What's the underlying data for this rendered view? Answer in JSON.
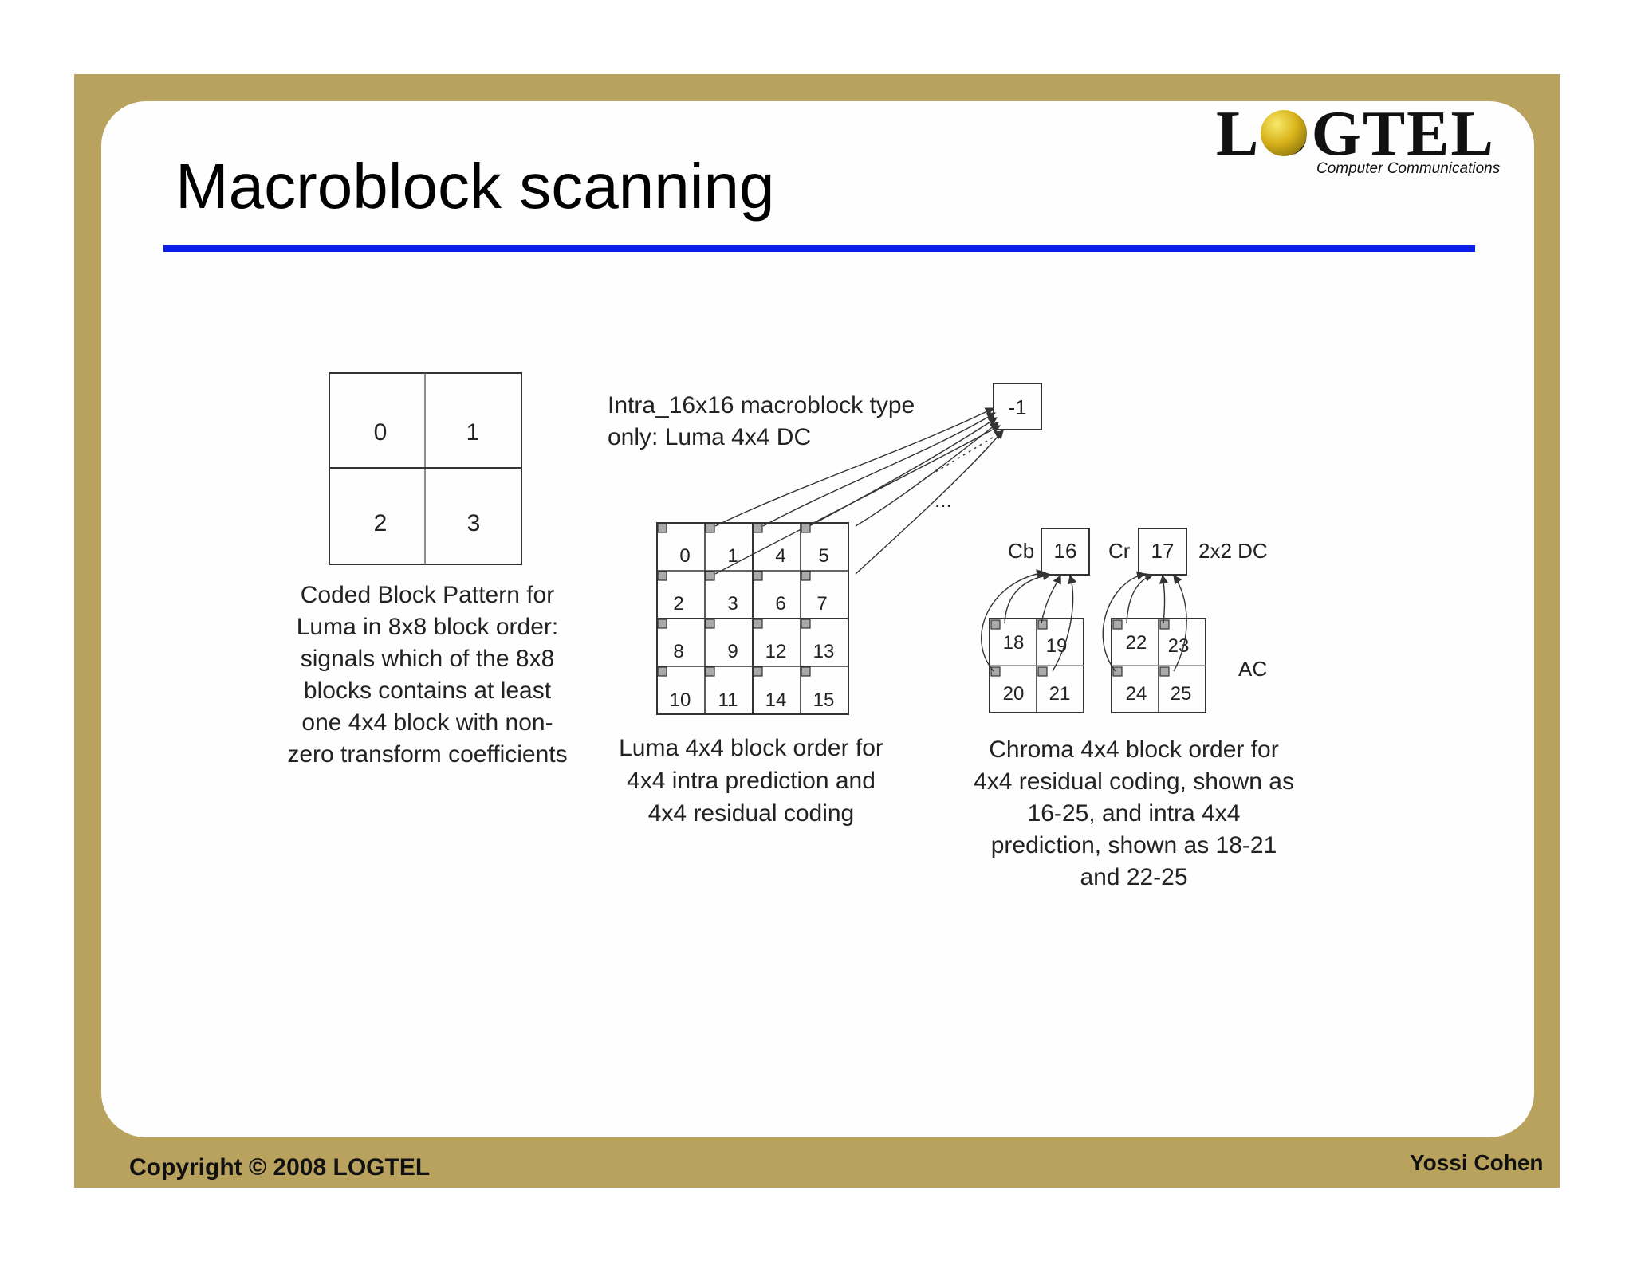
{
  "slide": {
    "title": "Macroblock scanning",
    "footer_left": "Copyright © 2008 LOGTEL",
    "footer_right": "Yossi Cohen"
  },
  "logo": {
    "word": "LOGTEL",
    "tagline": "Computer Communications"
  },
  "cbp": {
    "blocks": [
      "0",
      "1",
      "2",
      "3"
    ],
    "caption": [
      "Coded Block Pattern for",
      "Luma in 8x8 block order:",
      "signals which of the 8x8",
      "blocks contains at least",
      "one 4x4 block with non-",
      "zero transform coefficients"
    ]
  },
  "luma": {
    "dc_note": [
      "Intra_16x16 macroblock type",
      "only: Luma 4x4 DC"
    ],
    "dc_block": "-1",
    "ellipsis": "...",
    "grid": [
      [
        "0",
        "1",
        "4",
        "5"
      ],
      [
        "2",
        "3",
        "6",
        "7"
      ],
      [
        "8",
        "9",
        "12",
        "13"
      ],
      [
        "10",
        "11",
        "14",
        "15"
      ]
    ],
    "caption": [
      "Luma 4x4 block order for",
      "4x4 intra prediction and",
      "4x4 residual coding"
    ]
  },
  "chroma": {
    "cb_label": "Cb",
    "cb_dc": "16",
    "cr_label": "Cr",
    "cr_dc": "17",
    "dc_label": "2x2 DC",
    "ac_label": "AC",
    "cb_grid": [
      [
        "18",
        "19"
      ],
      [
        "20",
        "21"
      ]
    ],
    "cr_grid": [
      [
        "22",
        "23"
      ],
      [
        "24",
        "25"
      ]
    ],
    "caption": [
      "Chroma 4x4 block order for",
      "4x4 residual coding, shown as",
      "16-25, and intra 4x4",
      "prediction, shown as 18-21",
      "and 22-25"
    ]
  }
}
